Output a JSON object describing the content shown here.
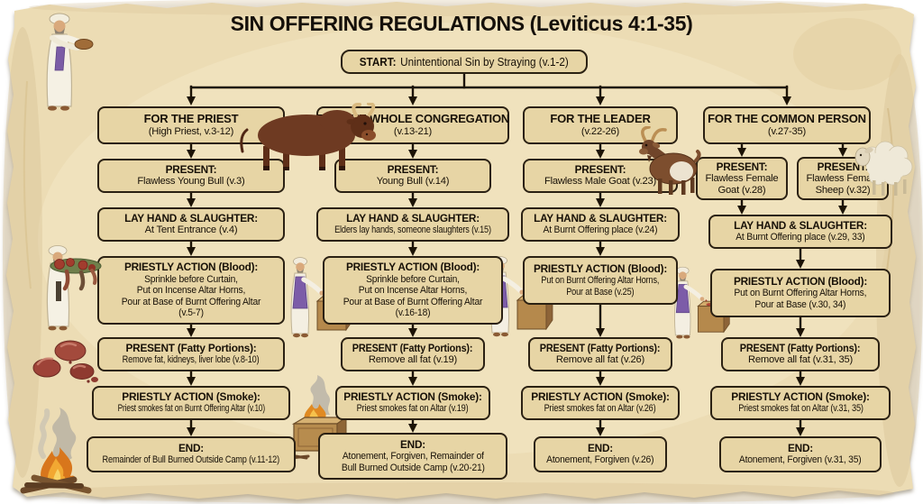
{
  "title": "SIN OFFERING REGULATIONS (Leviticus 4:1-35)",
  "start": {
    "label": "START:",
    "text": "Unintentional Sin by Straying (v.1-2)"
  },
  "colors": {
    "parchment": "#ecdcb4",
    "box_fill": "#e7d5a5",
    "box_border": "#2b2113",
    "connector": "#1c1306",
    "text": "#171007"
  },
  "columns": [
    {
      "header": {
        "title": "FOR THE PRIEST",
        "subtitle": "(High Priest, v.3-12)"
      },
      "present": {
        "title": "PRESENT:",
        "body": "Flawless Young Bull (v.3)"
      },
      "lay_hand": {
        "title": "LAY HAND & SLAUGHTER:",
        "body": "At Tent Entrance (v.4)"
      },
      "blood": {
        "title": "PRIESTLY ACTION (Blood):",
        "body": "Sprinkle before Curtain,\nPut on Incense Altar Horns,\nPour at Base of Burnt Offering Altar\n(v.5-7)"
      },
      "fatty": {
        "title": "PRESENT (Fatty Portions):",
        "body": "Remove fat, kidneys, liver lobe (v.8-10)"
      },
      "smoke": {
        "title": "PRIESTLY ACTION (Smoke):",
        "body": "Priest smokes fat on Burnt Offering Altar (v.10)"
      },
      "end": {
        "title": "END:",
        "body": "Remainder of Bull Burned Outside Camp (v.11-12)"
      }
    },
    {
      "header": {
        "title": "FOR THE WHOLE CONGREGATION",
        "subtitle": "(v.13-21)"
      },
      "present": {
        "title": "PRESENT:",
        "body": "Young Bull (v.14)"
      },
      "lay_hand": {
        "title": "LAY HAND & SLAUGHTER:",
        "body": "Elders lay hands, someone slaughters (v.15)"
      },
      "blood": {
        "title": "PRIESTLY ACTION (Blood):",
        "body": "Sprinkle before Curtain,\nPut on Incense Altar Horns,\nPour at Base of Burnt Offering Altar\n(v.16-18)"
      },
      "fatty": {
        "title": "PRESENT (Fatty Portions):",
        "body": "Remove all fat (v.19)"
      },
      "smoke": {
        "title": "PRIESTLY ACTION (Smoke):",
        "body": "Priest smokes fat on Altar (v.19)"
      },
      "end": {
        "title": "END:",
        "body": "Atonement, Forgiven, Remainder of\nBull Burned Outside Camp (v.20-21)"
      }
    },
    {
      "header": {
        "title": "FOR THE LEADER",
        "subtitle": "(v.22-26)"
      },
      "present": {
        "title": "PRESENT:",
        "body": "Flawless Male Goat (v.23)"
      },
      "lay_hand": {
        "title": "LAY HAND & SLAUGHTER:",
        "body": "At Burnt Offering place (v.24)"
      },
      "blood": {
        "title": "PRIESTLY ACTION (Blood):",
        "body": "Put on Burnt Offering Altar Horns,\nPour at Base (v.25)"
      },
      "fatty": {
        "title": "PRESENT (Fatty Portions):",
        "body": "Remove all fat (v.26)"
      },
      "smoke": {
        "title": "PRIESTLY ACTION (Smoke):",
        "body": "Priest smokes fat on Altar (v.26)"
      },
      "end": {
        "title": "END:",
        "body": "Atonement, Forgiven (v.26)"
      }
    },
    {
      "header": {
        "title": "FOR THE COMMON PERSON",
        "subtitle": "(v.27-35)"
      },
      "present_goat": {
        "title": "PRESENT:",
        "body": "Flawless Female\nGoat (v.28)"
      },
      "present_sheep": {
        "title": "PRESENT:",
        "body": "Flawless Female\nSheep (v.32)"
      },
      "lay_hand": {
        "title": "LAY HAND & SLAUGHTER:",
        "body": "At Burnt Offering place (v.29, 33)"
      },
      "blood": {
        "title": "PRIESTLY ACTION (Blood):",
        "body": "Put on Burnt Offering Altar Horns,\nPour at Base (v.30, 34)"
      },
      "fatty": {
        "title": "PRESENT (Fatty Portions):",
        "body": "Remove all fat (v.31, 35)"
      },
      "smoke": {
        "title": "PRIESTLY ACTION (Smoke):",
        "body": "Priest smokes fat on Altar (v.31, 35)"
      },
      "end": {
        "title": "END:",
        "body": "Atonement, Forgiven (v.31, 35)"
      }
    }
  ],
  "illustrations": [
    "priest-with-offering",
    "bull",
    "goat",
    "sheep",
    "priest-carrying-carcass",
    "meat-portions",
    "campfire",
    "burning-altar",
    "priest-at-altar-left",
    "priest-at-altar-middle",
    "priest-at-altar-right"
  ]
}
